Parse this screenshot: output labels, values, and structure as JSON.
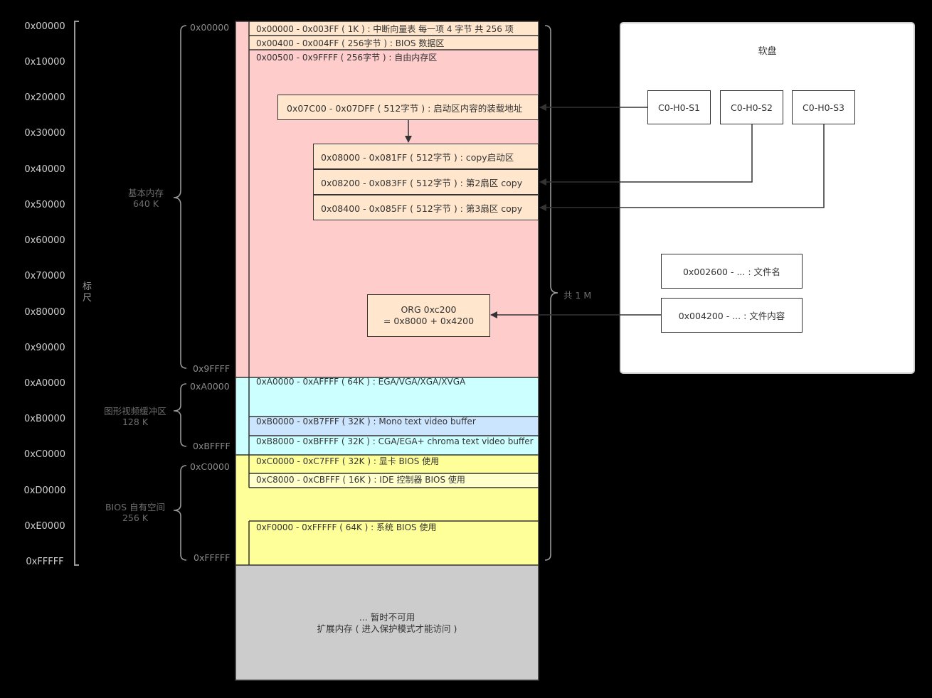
{
  "ruler": {
    "ticks": [
      "0x00000",
      "0x10000",
      "0x20000",
      "0x30000",
      "0x40000",
      "0x50000",
      "0x60000",
      "0x70000",
      "0x80000",
      "0x90000",
      "0xA0000",
      "0xB0000",
      "0xC0000",
      "0xD0000",
      "0xE0000",
      "0xFFFFF"
    ],
    "label_line1": "标",
    "label_line2": "尺"
  },
  "groups": {
    "base": {
      "start": "0x00000",
      "end": "0x9FFFF",
      "name": "基本内存",
      "size": "640 K"
    },
    "video": {
      "start": "0xA0000",
      "end": "0xBFFFF",
      "name": "图形视频缓冲区",
      "size": "128 K"
    },
    "bios": {
      "start": "0xC0000",
      "end": "0xFFFFF",
      "name": "BIOS 自有空间",
      "size": "256 K"
    },
    "total": "共 1 M"
  },
  "regions": {
    "ivt": "0x00000 - 0x003FF ( 1K ) : 中断向量表 每一项 4 字节 共 256 项",
    "bios_data": "0x00400 - 0x004FF ( 256字节 ) : BIOS 数据区",
    "free": "0x00500 - 0x9FFFF ( 256字节 ) : 自由内存区",
    "boot_load": "0x07C00 - 0x07DFF ( 512字节 ) : 启动区内容的装载地址",
    "copy_boot": "0x08000 - 0x081FF ( 512字节 ) : copy启动区",
    "copy_s2": "0x08200 - 0x083FF ( 512字节 ) : 第2扇区 copy",
    "copy_s3": "0x08400 - 0x085FF ( 512字节 ) : 第3扇区 copy",
    "org_line1": "ORG 0xc200",
    "org_line2": "= 0x8000 + 0x4200",
    "ega": "0xA0000 - 0xAFFFF ( 64K ) : EGA/VGA/XGA/XVGA",
    "mono": "0xB0000 - 0xB7FFF ( 32K ) : Mono text video buffer",
    "cga": "0xB8000 - 0xBFFFF ( 32K ) : CGA/EGA+ chroma text video buffer",
    "vga_bios": "0xC0000 - 0xC7FFF ( 32K ) : 显卡 BIOS 使用",
    "ide_bios": "0xC8000 - 0xCBFFF ( 16K ) : IDE 控制器 BIOS 使用",
    "sys_bios": "0xF0000 - 0xFFFFF ( 64K ) : 系统 BIOS 使用",
    "ext_line1": "... 暂时不可用",
    "ext_line2": "扩展内存 ( 进入保护模式才能访问 )"
  },
  "floppy": {
    "title": "软盘",
    "sectors": [
      "C0-H0-S1",
      "C0-H0-S2",
      "C0-H0-S3"
    ],
    "file_name": "0x002600 - ... : 文件名",
    "file_content": "0x004200 - ... : 文件内容"
  },
  "colors": {
    "base": "#ffcccc",
    "entry": "#ffe6cc",
    "video": "#ccffff",
    "mono": "#cce5ff",
    "bios": "#ffff99",
    "bios_entry": "#ffffcc",
    "ext": "#cccccc"
  }
}
